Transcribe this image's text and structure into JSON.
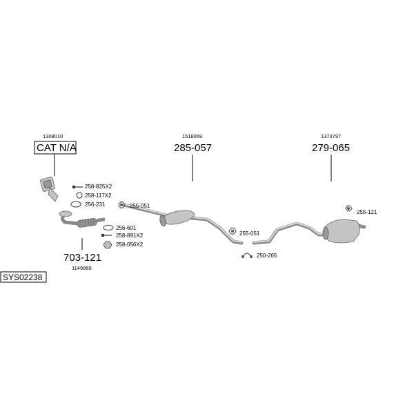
{
  "system_code": "SYS02238",
  "groups": [
    {
      "code": "1308010",
      "part": "CAT N/A"
    },
    {
      "code": "1518069",
      "part": "285-057"
    },
    {
      "code": "1373797",
      "part": "279-065"
    },
    {
      "code": "1149869",
      "part": "703-121"
    }
  ],
  "small_parts": [
    "258-825X2",
    "258-117X2",
    "256-231",
    "255-051",
    "256-601",
    "258-891X2",
    "258-056X2",
    "255-051",
    "250-265",
    "255-121"
  ],
  "colors": {
    "pipe": "#8a8a8a",
    "metal": "#c4c4c4",
    "outline": "#555555"
  }
}
